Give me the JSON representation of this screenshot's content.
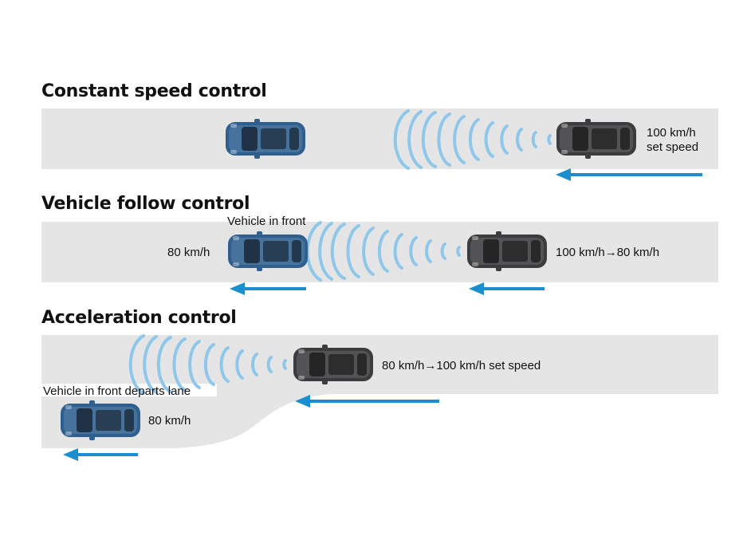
{
  "sections": [
    {
      "title": "Constant speed control",
      "ego_label_line1": "100 km/h",
      "ego_label_line2": "set speed"
    },
    {
      "title": "Vehicle follow control",
      "front_caption": "Vehicle in front",
      "front_speed": "80 km/h",
      "ego_label": "100 km/h→80 km/h"
    },
    {
      "title": "Acceleration control",
      "departing_caption": "Vehicle in front departs lane",
      "departing_speed": "80 km/h",
      "ego_label": "80 km/h→100 km/h set speed"
    }
  ],
  "colors": {
    "road": "#e6e5e5",
    "arrow": "#1a8fd0",
    "blue_car": "#2e5f8f",
    "grey_car": "#3c3c3e"
  }
}
